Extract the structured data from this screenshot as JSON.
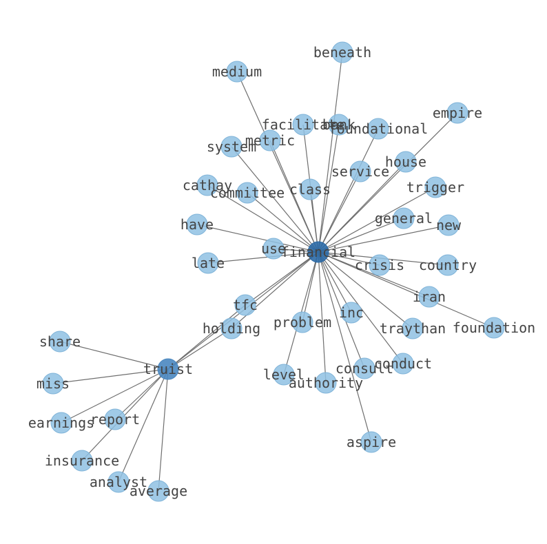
{
  "graph": {
    "colors": {
      "leaf": "#8fc1e3",
      "leaf_stroke": "#7fb3d8",
      "hub_financial": "#2c6aa6",
      "hub_truist": "#4a87c0",
      "edge": "#6e6e6e",
      "label": "#444444"
    },
    "nodes": [
      {
        "id": "financial",
        "label": "financial",
        "kind": "hub_financial"
      },
      {
        "id": "truist",
        "label": "truist",
        "kind": "hub_truist"
      },
      {
        "id": "beneath",
        "label": "beneath",
        "kind": "leaf"
      },
      {
        "id": "medium",
        "label": "medium",
        "kind": "leaf"
      },
      {
        "id": "empire",
        "label": "empire",
        "kind": "leaf"
      },
      {
        "id": "facilitate",
        "label": "facilitate",
        "kind": "leaf"
      },
      {
        "id": "bank",
        "label": "bank",
        "kind": "leaf"
      },
      {
        "id": "foundational",
        "label": "foundational",
        "kind": "leaf"
      },
      {
        "id": "metric",
        "label": "metric",
        "kind": "leaf"
      },
      {
        "id": "system",
        "label": "system",
        "kind": "leaf"
      },
      {
        "id": "house",
        "label": "house",
        "kind": "leaf"
      },
      {
        "id": "service",
        "label": "service",
        "kind": "leaf"
      },
      {
        "id": "cathay",
        "label": "cathay",
        "kind": "leaf"
      },
      {
        "id": "class",
        "label": "class",
        "kind": "leaf"
      },
      {
        "id": "trigger",
        "label": "trigger",
        "kind": "leaf"
      },
      {
        "id": "committee",
        "label": "committee",
        "kind": "leaf"
      },
      {
        "id": "have",
        "label": "have",
        "kind": "leaf"
      },
      {
        "id": "general",
        "label": "general",
        "kind": "leaf"
      },
      {
        "id": "new",
        "label": "new",
        "kind": "leaf"
      },
      {
        "id": "use",
        "label": "use",
        "kind": "leaf"
      },
      {
        "id": "late",
        "label": "late",
        "kind": "leaf"
      },
      {
        "id": "crisis",
        "label": "crisis",
        "kind": "leaf"
      },
      {
        "id": "country",
        "label": "country",
        "kind": "leaf"
      },
      {
        "id": "iran",
        "label": "iran",
        "kind": "leaf"
      },
      {
        "id": "tfc",
        "label": "tfc",
        "kind": "leaf"
      },
      {
        "id": "inc",
        "label": "inc",
        "kind": "leaf"
      },
      {
        "id": "problem",
        "label": "problem",
        "kind": "leaf"
      },
      {
        "id": "holding",
        "label": "holding",
        "kind": "leaf"
      },
      {
        "id": "traythan",
        "label": "traythan",
        "kind": "leaf"
      },
      {
        "id": "foundation",
        "label": "foundation",
        "kind": "leaf"
      },
      {
        "id": "share",
        "label": "share",
        "kind": "leaf"
      },
      {
        "id": "conduct",
        "label": "conduct",
        "kind": "leaf"
      },
      {
        "id": "consult",
        "label": "consult",
        "kind": "leaf"
      },
      {
        "id": "level",
        "label": "level",
        "kind": "leaf"
      },
      {
        "id": "authority",
        "label": "authority",
        "kind": "leaf"
      },
      {
        "id": "miss",
        "label": "miss",
        "kind": "leaf"
      },
      {
        "id": "report",
        "label": "report",
        "kind": "leaf"
      },
      {
        "id": "earnings",
        "label": "earnings",
        "kind": "leaf"
      },
      {
        "id": "aspire",
        "label": "aspire",
        "kind": "leaf"
      },
      {
        "id": "insurance",
        "label": "insurance",
        "kind": "leaf"
      },
      {
        "id": "analyst",
        "label": "analyst",
        "kind": "leaf"
      },
      {
        "id": "average",
        "label": "average",
        "kind": "leaf"
      }
    ],
    "edges": [
      [
        "financial",
        "beneath"
      ],
      [
        "financial",
        "medium"
      ],
      [
        "financial",
        "empire"
      ],
      [
        "financial",
        "facilitate"
      ],
      [
        "financial",
        "bank"
      ],
      [
        "financial",
        "foundational"
      ],
      [
        "financial",
        "metric"
      ],
      [
        "financial",
        "system"
      ],
      [
        "financial",
        "house"
      ],
      [
        "financial",
        "service"
      ],
      [
        "financial",
        "cathay"
      ],
      [
        "financial",
        "class"
      ],
      [
        "financial",
        "trigger"
      ],
      [
        "financial",
        "committee"
      ],
      [
        "financial",
        "have"
      ],
      [
        "financial",
        "general"
      ],
      [
        "financial",
        "new"
      ],
      [
        "financial",
        "use"
      ],
      [
        "financial",
        "late"
      ],
      [
        "financial",
        "crisis"
      ],
      [
        "financial",
        "country"
      ],
      [
        "financial",
        "iran"
      ],
      [
        "financial",
        "tfc"
      ],
      [
        "financial",
        "inc"
      ],
      [
        "financial",
        "problem"
      ],
      [
        "financial",
        "holding"
      ],
      [
        "financial",
        "traythan"
      ],
      [
        "financial",
        "foundation"
      ],
      [
        "financial",
        "conduct"
      ],
      [
        "financial",
        "consult"
      ],
      [
        "financial",
        "level"
      ],
      [
        "financial",
        "authority"
      ],
      [
        "financial",
        "aspire"
      ],
      [
        "financial",
        "truist"
      ],
      [
        "truist",
        "tfc"
      ],
      [
        "truist",
        "holding"
      ],
      [
        "truist",
        "share"
      ],
      [
        "truist",
        "miss"
      ],
      [
        "truist",
        "earnings"
      ],
      [
        "truist",
        "report"
      ],
      [
        "truist",
        "insurance"
      ],
      [
        "truist",
        "analyst"
      ],
      [
        "truist",
        "average"
      ]
    ]
  }
}
